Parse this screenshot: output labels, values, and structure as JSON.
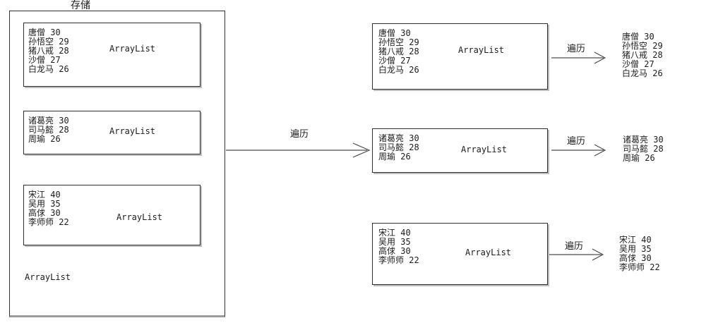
{
  "labels": {
    "storage": "存储",
    "traverse": "遍历",
    "arraylist": "ArrayList"
  },
  "lists": [
    {
      "items": [
        "唐僧 30",
        "孙悟空 29",
        "猪八戒 28",
        "沙僧 27",
        "白龙马 26"
      ]
    },
    {
      "items": [
        "诸葛亮 30",
        "司马懿 28",
        "周瑜 26"
      ]
    },
    {
      "items": [
        "宋江 40",
        "吴用 35",
        "高俅 30",
        "李师师 22"
      ]
    }
  ]
}
